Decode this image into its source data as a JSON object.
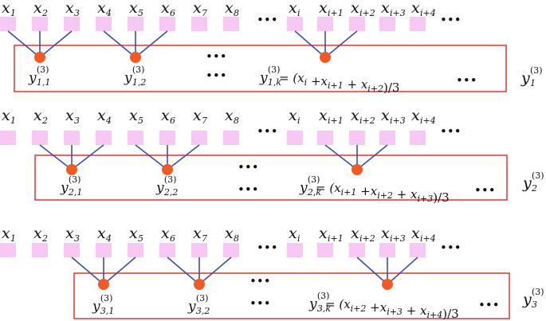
{
  "colors": {
    "cell_fill": "#F8C8F4",
    "node_fill": "#F05A24",
    "edge": "#3A4FA8",
    "frame": "#E53030",
    "dots": "#111111"
  },
  "x_labels": [
    {
      "base": "x",
      "sub": "1"
    },
    {
      "base": "x",
      "sub": "2"
    },
    {
      "base": "x",
      "sub": "3"
    },
    {
      "base": "x",
      "sub": "4"
    },
    {
      "base": "x",
      "sub": "5"
    },
    {
      "base": "x",
      "sub": "6"
    },
    {
      "base": "x",
      "sub": "7"
    },
    {
      "base": "x",
      "sub": "8"
    },
    {
      "base": "x",
      "sub": "i"
    },
    {
      "base": "x",
      "sub": "i+1"
    },
    {
      "base": "x",
      "sub": "i+2"
    },
    {
      "base": "x",
      "sub": "i+3"
    },
    {
      "base": "x",
      "sub": "i+4"
    }
  ],
  "ellipsis": "•••",
  "rows": [
    {
      "groups": [
        [
          0,
          1,
          2
        ],
        [
          3,
          4,
          5
        ],
        [
          8,
          9,
          10
        ]
      ],
      "node_labels": [
        {
          "base": "y",
          "sup": "(3)",
          "sub": "1,1"
        },
        {
          "base": "y",
          "sup": "(3)",
          "sub": "1,2"
        }
      ],
      "formula": {
        "lhs": {
          "base": "y",
          "sup": "(3)",
          "sub": "1,k"
        },
        "rhs": "= (x_{i} +x_{i+1} + x_{i+2})/3"
      },
      "series": {
        "base": "y",
        "sub": "1",
        "sup": "(3)"
      }
    },
    {
      "groups": [
        [
          1,
          2,
          3
        ],
        [
          4,
          5,
          6
        ],
        [
          9,
          10,
          11
        ]
      ],
      "node_labels": [
        {
          "base": "y",
          "sup": "(3)",
          "sub": "2,1"
        },
        {
          "base": "y",
          "sup": "(3)",
          "sub": "2,2"
        }
      ],
      "formula": {
        "lhs": {
          "base": "y",
          "sup": "(3)",
          "sub": "2,k"
        },
        "rhs": "= (x_{i+1} +x_{i+2} + x_{i+3})/3"
      },
      "series": {
        "base": "y",
        "sub": "2",
        "sup": "(3)"
      }
    },
    {
      "groups": [
        [
          2,
          3,
          4
        ],
        [
          5,
          6,
          7
        ],
        [
          10,
          11,
          12
        ]
      ],
      "node_labels": [
        {
          "base": "y",
          "sup": "(3)",
          "sub": "3,1"
        },
        {
          "base": "y",
          "sup": "(3)",
          "sub": "3,2"
        }
      ],
      "formula": {
        "lhs": {
          "base": "y",
          "sup": "(3)",
          "sub": "3,k"
        },
        "rhs": "= (x_{i+2} +x_{i+3} + x_{i+4})/3"
      },
      "series": {
        "base": "y",
        "sub": "3",
        "sup": "(3)"
      }
    }
  ]
}
